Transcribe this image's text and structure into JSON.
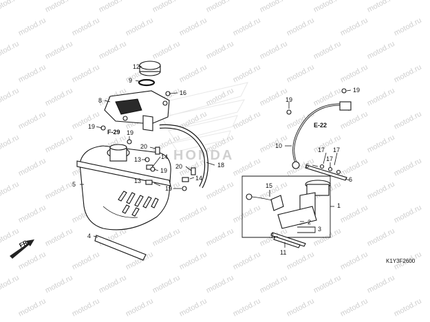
{
  "watermark": "motod.ru",
  "brand_watermark": "HONDA",
  "diagram_code": "K1Y3F2600",
  "front_indicator": "FR.",
  "section_refs": [
    "F-29",
    "E-22"
  ],
  "callouts": [
    "1",
    "2",
    "3",
    "4",
    "5",
    "6",
    "6",
    "7",
    "8",
    "9",
    "10",
    "11",
    "12",
    "13",
    "13",
    "14",
    "14",
    "15",
    "16",
    "17",
    "17",
    "17",
    "18",
    "19",
    "19",
    "19",
    "19",
    "19",
    "19",
    "20",
    "20"
  ]
}
